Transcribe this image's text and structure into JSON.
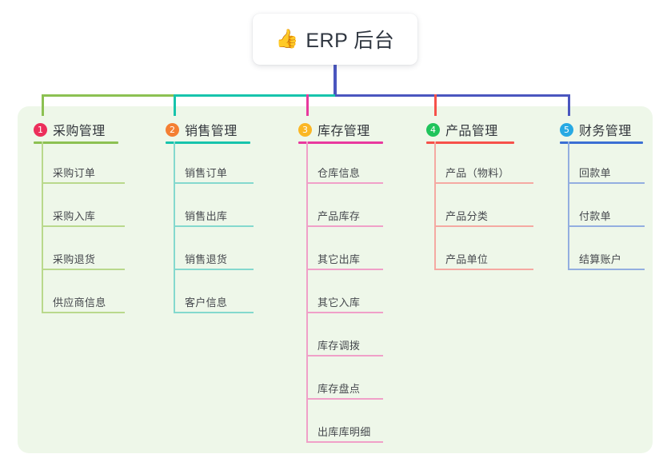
{
  "diagram": {
    "type": "mindmap-tree",
    "background": "#ffffff",
    "panel_color": "#eef7e9",
    "root": {
      "emoji": "👍",
      "emoji_name": "thumbs-up-icon",
      "title": "ERP 后台",
      "card_bg": "#ffffff"
    },
    "trunk_color": "#4a56bf",
    "rail_segments": [
      {
        "color": "#8cc152"
      },
      {
        "color": "#17c4ac"
      },
      {
        "color": "#4a56bf"
      }
    ],
    "branches": [
      {
        "index": "1",
        "title": "采购管理",
        "badge_color": "#ec2f5b",
        "line_color": "#8cc152",
        "leaf_line_color": "#b9d98c",
        "drop_color": "#8cc152",
        "leaves": [
          "采购订单",
          "采购入库",
          "采购退货",
          "供应商信息"
        ]
      },
      {
        "index": "2",
        "title": "销售管理",
        "badge_color": "#f47f33",
        "line_color": "#17c4ac",
        "leaf_line_color": "#84d9ce",
        "drop_color": "#17c4ac",
        "leaves": [
          "销售订单",
          "销售出库",
          "销售退货",
          "客户信息"
        ]
      },
      {
        "index": "3",
        "title": "库存管理",
        "badge_color": "#fbb724",
        "line_color": "#e8399e",
        "leaf_line_color": "#f0a0c8",
        "drop_color": "#e8399e",
        "leaves": [
          "仓库信息",
          "产品库存",
          "其它出库",
          "其它入库",
          "库存调拨",
          "库存盘点",
          "出库库明细"
        ]
      },
      {
        "index": "4",
        "title": "产品管理",
        "badge_color": "#20c45c",
        "line_color": "#f6514a",
        "leaf_line_color": "#f5a9a2",
        "drop_color": "#f6514a",
        "leaves": [
          "产品（物料）",
          "产品分类",
          "产品单位"
        ]
      },
      {
        "index": "5",
        "title": "财务管理",
        "badge_color": "#27a9e3",
        "line_color": "#3b6fd4",
        "leaf_line_color": "#93aee0",
        "drop_color": "#4a56bf",
        "leaves": [
          "回款单",
          "付款单",
          "结算账户"
        ]
      }
    ]
  }
}
